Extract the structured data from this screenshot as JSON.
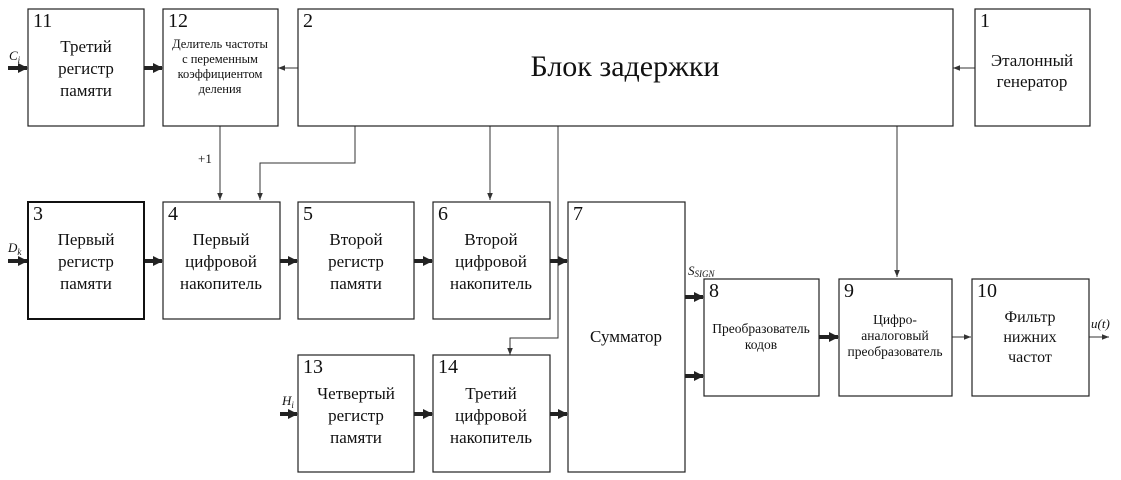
{
  "blocks": {
    "b1": {
      "num": "1",
      "lines": [
        "Эталонный",
        "генератор"
      ]
    },
    "b2": {
      "num": "2",
      "lines": [
        "Блок задержки"
      ]
    },
    "b3": {
      "num": "3",
      "lines": [
        "Первый",
        "регистр",
        "памяти"
      ]
    },
    "b4": {
      "num": "4",
      "lines": [
        "Первый",
        "цифровой",
        "накопитель"
      ]
    },
    "b5": {
      "num": "5",
      "lines": [
        "Второй",
        "регистр",
        "памяти"
      ]
    },
    "b6": {
      "num": "6",
      "lines": [
        "Второй",
        "цифровой",
        "накопитель"
      ]
    },
    "b7": {
      "num": "7",
      "lines": [
        "Сумматор"
      ]
    },
    "b8": {
      "num": "8",
      "lines": [
        "Преобразователь",
        "кодов"
      ]
    },
    "b9": {
      "num": "9",
      "lines": [
        "Цифро-",
        "аналоговый",
        "преобразователь"
      ]
    },
    "b10": {
      "num": "10",
      "lines": [
        "Фильтр",
        "нижних",
        "частот"
      ]
    },
    "b11": {
      "num": "11",
      "lines": [
        "Третий",
        "регистр",
        "памяти"
      ]
    },
    "b12": {
      "num": "12",
      "lines": [
        "Делитель частоты",
        "с переменным",
        "коэффициентом",
        "деления"
      ]
    },
    "b13": {
      "num": "13",
      "lines": [
        "Четвертый",
        "регистр",
        "памяти"
      ]
    },
    "b14": {
      "num": "14",
      "lines": [
        "Третий",
        "цифровой",
        "накопитель"
      ]
    }
  },
  "signals": {
    "c_main": "C",
    "c_sub": "i",
    "d_main": "D",
    "d_sub": "k",
    "h_main": "H",
    "h_sub": "i",
    "s_main": "S",
    "s_sub": "SIGN",
    "u": "u(t)",
    "plus_one": "+1"
  }
}
